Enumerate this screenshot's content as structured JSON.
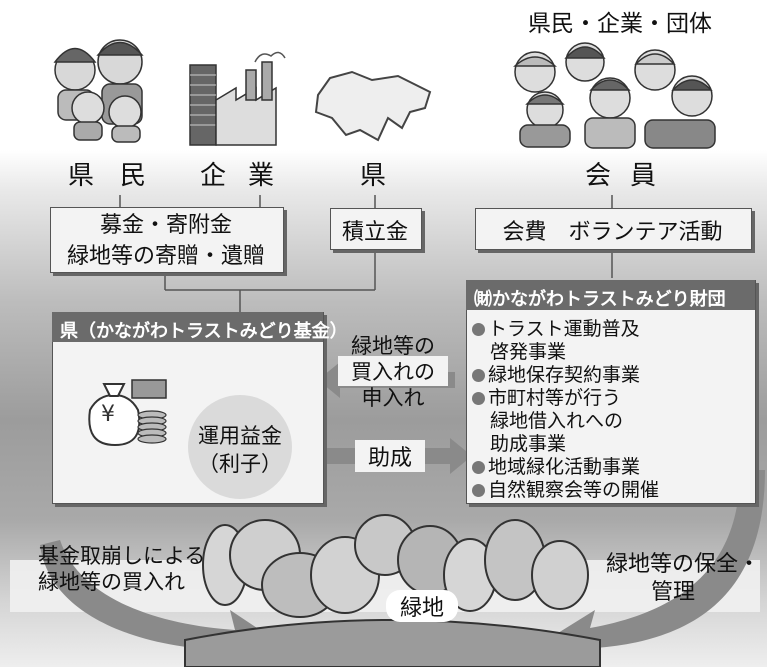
{
  "top_right_label": "県民・企業・団体",
  "sources": [
    "県",
    "民",
    "企",
    "業",
    "県"
  ],
  "members_label": [
    "会",
    "員"
  ],
  "box_donation": [
    "募金・寄附金",
    "緑地等の寄贈・遺贈"
  ],
  "box_reserve": "積立金",
  "box_fee": "会費　ボランテア活動",
  "fund_panel": {
    "title": "県（かながわトラストみどり基金）",
    "yen_symbol": "¥",
    "earnings": [
      "運用益金",
      "（利子）"
    ]
  },
  "foundation_panel": {
    "title": "㈶かながわトラストみどり財団",
    "items": [
      [
        "トラスト運動普及",
        "啓発事業"
      ],
      [
        "緑地保存契約事業"
      ],
      [
        "市町村等が行う",
        "緑地借入れへの",
        "助成事業"
      ],
      [
        "地域緑化活動事業"
      ],
      [
        "自然観察会等の開催"
      ]
    ]
  },
  "arrow_purchase_request": [
    "緑地等の",
    "買入れの",
    "申入れ"
  ],
  "arrow_grant": "助成",
  "bottom_left": [
    "基金取崩しによる",
    "緑地等の買入れ"
  ],
  "bottom_right": [
    "緑地等の保全・",
    "管理"
  ],
  "green_label": "緑地",
  "colors": {
    "panel_header": "#6b6b6b",
    "arrow": "#8a8a8a",
    "box_fill": "#f3f3f3"
  }
}
